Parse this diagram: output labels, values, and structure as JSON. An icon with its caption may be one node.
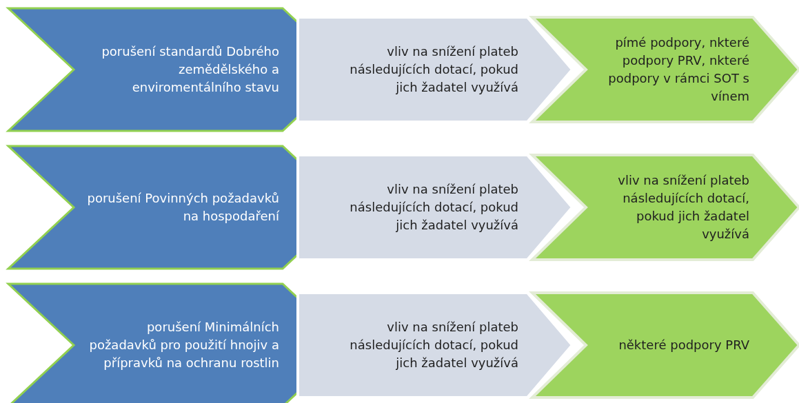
{
  "diagram": {
    "nodes": [
      {
        "text": [
          "porušení standardů Dobrého zemědělského a enviromentálního stavu"
        ]
      },
      {
        "text": [
          "vliv na snížení plateb následujících dotací, pokud jich žadatel využívá"
        ]
      },
      {
        "text": [
          "pímé podpory, nkteré podpory PRV, nkteré podpory v rámci SOT s vínem"
        ]
      },
      {
        "text": [
          "porušení Povinných požadavků na hospodaření"
        ]
      },
      {
        "text": [
          "vliv na snížení plateb následujících dotací, pokud jich žadatel využívá"
        ]
      },
      {
        "text": [
          "vliv na snížení plateb následujících dotací, pokud jich žadatel využívá"
        ]
      },
      {
        "text": [
          "porušení Minimálních požadavků pro použití hnojiv a přípravků na ochranu rostlin"
        ]
      },
      {
        "text": [
          "vliv na snížení plateb následujících dotací, pokud jich žadatel využívá"
        ]
      },
      {
        "text": [
          "některé podpory PRV"
        ]
      }
    ]
  }
}
